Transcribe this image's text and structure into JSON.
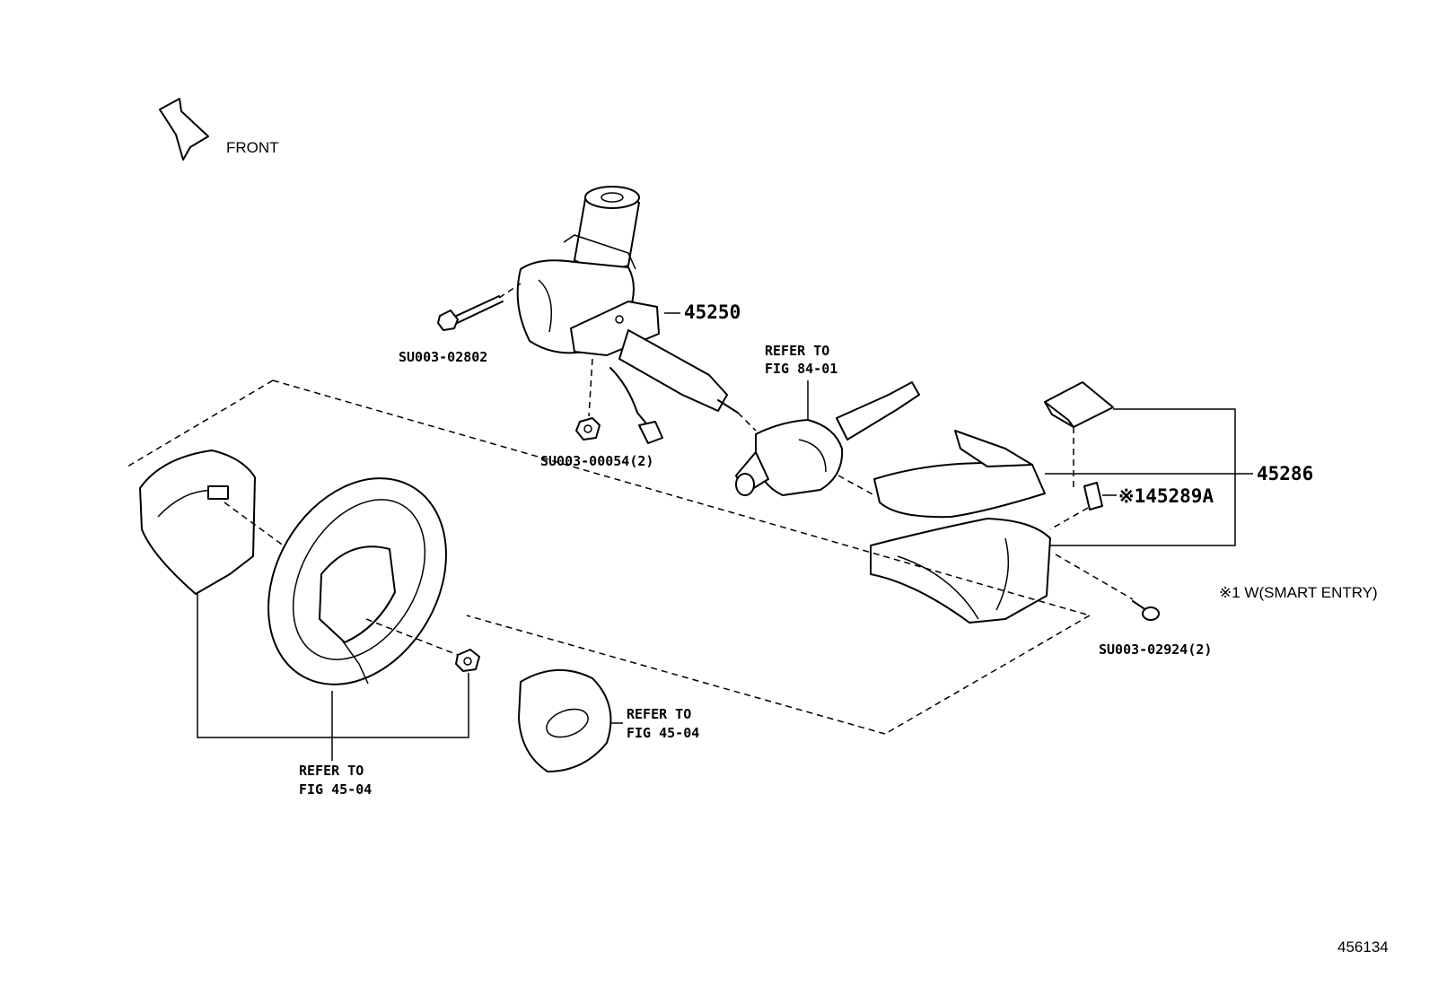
{
  "orientation": {
    "label": "FRONT",
    "icon": "front-arrow-icon"
  },
  "parts": {
    "column": "45250",
    "cover": "45286",
    "switch_option": "※145289A"
  },
  "fasteners": {
    "bolt": "SU003-02802",
    "nut": "SU003-00054(2)",
    "screw": "SU003-02924(2)"
  },
  "refs": {
    "combo_switch": [
      "REFER TO",
      "FIG 84-01"
    ],
    "wheel": [
      "REFER TO",
      "FIG 45-04"
    ],
    "airbag": [
      "REFER TO",
      "FIG 45-04"
    ]
  },
  "note": "※1 W(SMART ENTRY)",
  "figure_id": "456134"
}
